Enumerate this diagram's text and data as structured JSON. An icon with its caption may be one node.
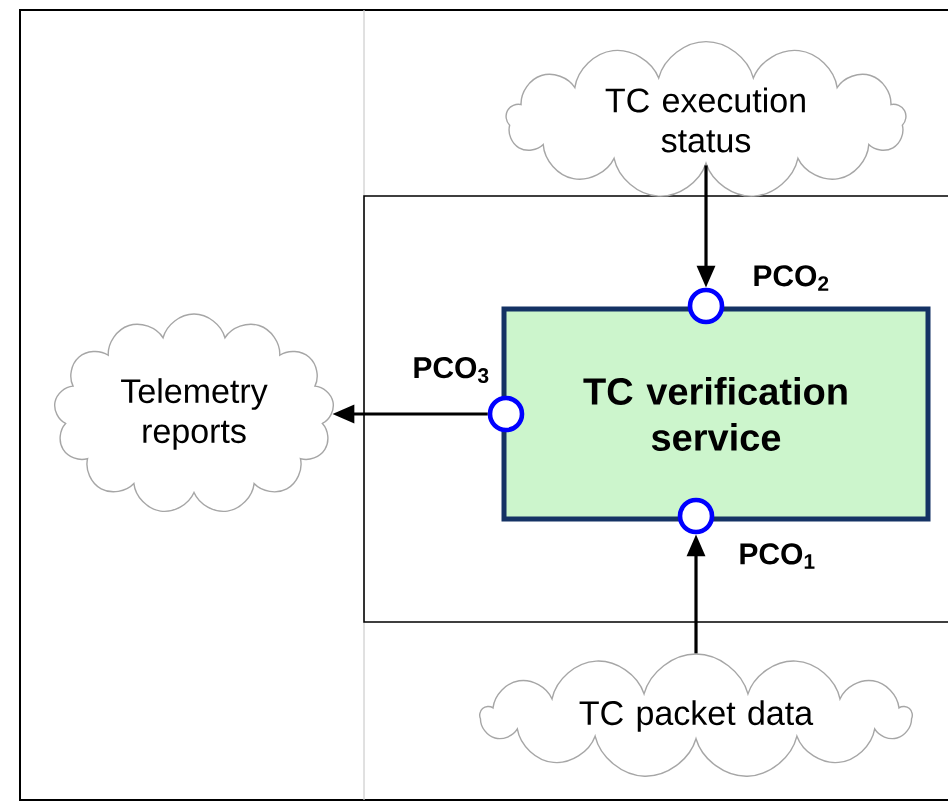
{
  "diagram": {
    "nodes": [
      {
        "text": [
          "TC execution status"
        ]
      },
      {
        "text": [
          "Telemetry reports"
        ]
      },
      {
        "text": [
          "TC verification service"
        ]
      },
      {
        "text": [],
        "shape": "circle",
        "beside": [
          "PCO$_{2}$"
        ]
      },
      {
        "text": [],
        "shape": "circle",
        "beside": [
          "PCO$_{3}$"
        ]
      },
      {
        "text": [],
        "shape": "circle",
        "beside": [
          "PCO$_{1}$"
        ]
      },
      {
        "text": [
          "TC packet data"
        ]
      }
    ],
    "edges": [
      {
        "from": 0,
        "to": 3,
        "arrow": "to"
      },
      {
        "from": 4,
        "to": 1,
        "arrow": "to"
      },
      {
        "from": 6,
        "to": 5,
        "arrow": "to"
      }
    ]
  }
}
